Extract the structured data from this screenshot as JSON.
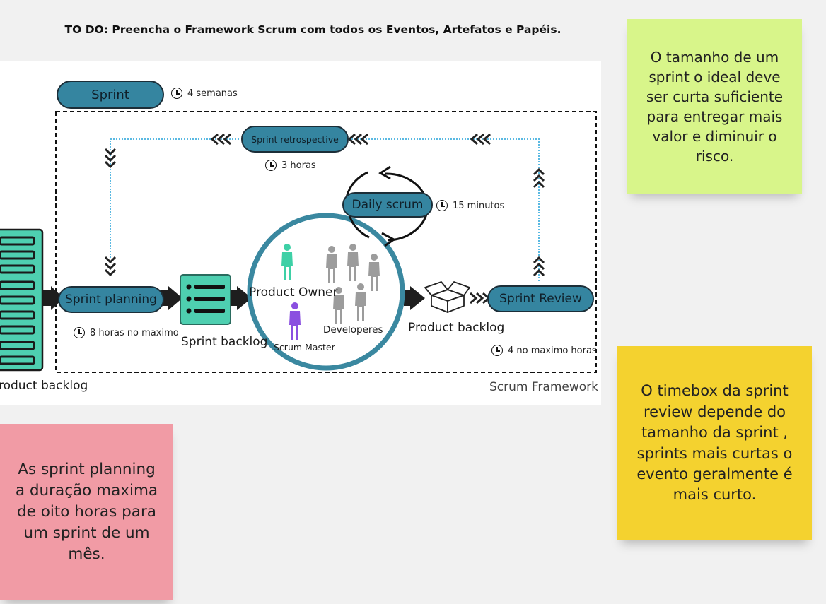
{
  "header": {
    "todo": "TO DO: Preencha o Framework Scrum com todos os Eventos, Artefatos e Papéis."
  },
  "diagram": {
    "frame_label": "Scrum Framework",
    "pills": {
      "sprint": "Sprint",
      "retrospective": "Sprint retrospective",
      "daily": "Daily scrum",
      "planning": "Sprint planning",
      "review": "Sprint Review"
    },
    "timeboxes": {
      "sprint": "4 semanas",
      "retrospective": "3 horas",
      "daily": "15 minutos",
      "planning": "8 horas no maximo",
      "review": "4 no maximo horas"
    },
    "labels": {
      "product_backlog_left": "Product backlog",
      "sprint_backlog": "Sprint backlog",
      "product_owner": "Product Owner",
      "scrum_master": "Scrum Master",
      "developers": "Developeres",
      "product_backlog_right": "Product backlog"
    },
    "colors": {
      "pill": "#3585a0",
      "circle": "#3a88a0",
      "backlog_teal": "#4ecfb0",
      "product_owner": "#3ed0a6",
      "scrum_master": "#8a4fe0",
      "developers": "#9c9c9c",
      "flow_line": "#5ab9e2"
    }
  },
  "notes": [
    {
      "text": "O tamanho de um sprint o ideal deve ser curta suficiente para entregar mais valor e diminuir o risco.",
      "color": "#d8f58a"
    },
    {
      "text": "O timebox da sprint review depende do tamanho da sprint , sprints mais curtas o evento geralmente é mais curto.",
      "color": "#f4d22f"
    },
    {
      "text": "As sprint planning a duração maxima de oito horas para um sprint de um mês.",
      "color": "#f19ba5"
    }
  ]
}
